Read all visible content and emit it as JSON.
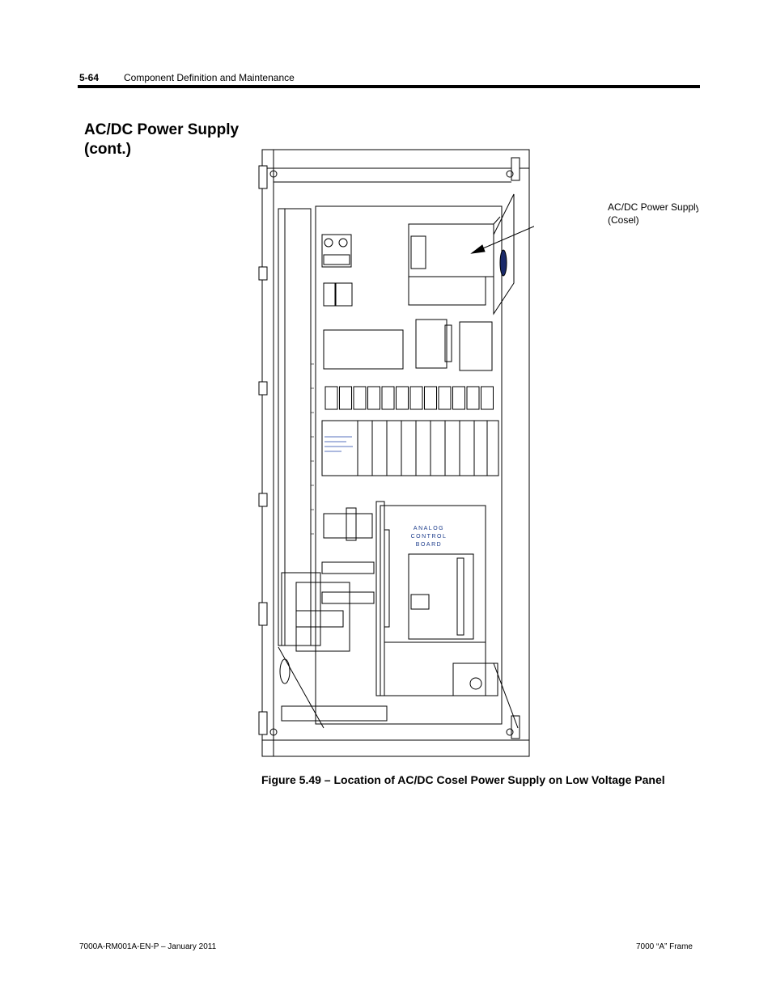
{
  "header": {
    "page_number": "5-64",
    "chapter_title": "Component Definition and Maintenance"
  },
  "section": {
    "title": "AC/DC Power Supply (cont.)"
  },
  "figure": {
    "callout_line1": "AC/DC Power Supply",
    "callout_line2": "(Cosel)",
    "board_label_1": "ANALOG",
    "board_label_2": "CONTROL",
    "board_label_3": "BOARD",
    "caption": "Figure 5.49  – Location of AC/DC Cosel Power Supply on Low Voltage Panel"
  },
  "footer": {
    "left": "7000A-RM001A-EN-P –  January 2011",
    "right": "7000 “A” Frame"
  }
}
